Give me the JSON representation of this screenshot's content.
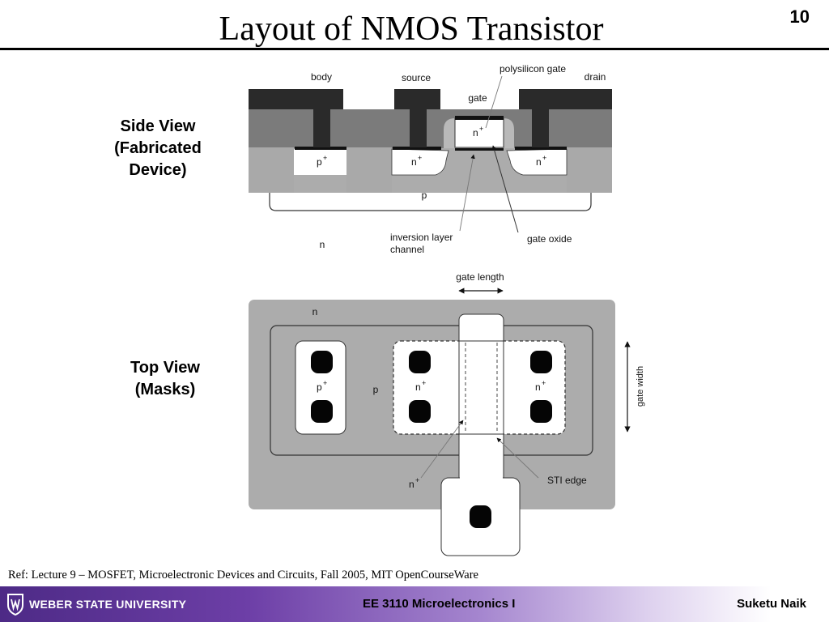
{
  "slide": {
    "title": "Layout of NMOS Transistor",
    "number": "10"
  },
  "labels": {
    "side_view": [
      "Side View",
      "(Fabricated",
      "Device)"
    ],
    "top_view": [
      "Top View",
      "(Masks)"
    ]
  },
  "side_view": {
    "body": "body",
    "source": "source",
    "polysilicon_gate": "polysilicon gate",
    "drain": "drain",
    "gate": "gate",
    "gate_region": "n",
    "body_region": "p",
    "source_region": "n",
    "drain_region": "n",
    "well": "p",
    "substrate": "n",
    "inversion_layer": [
      "inversion layer",
      "channel"
    ],
    "gate_oxide": "gate oxide",
    "superscript_plus": "+"
  },
  "top_view": {
    "gate_length": "gate length",
    "gate_width": "gate width",
    "substrate": "n",
    "well": "p",
    "body_region": "p",
    "source_region": "n",
    "drain_region": "n",
    "poly_region": "n",
    "sti_edge": "STI edge",
    "superscript_plus": "+"
  },
  "reference": "Ref: Lecture 9 – MOSFET, Microelectronic Devices and Circuits, Fall 2005, MIT OpenCourseWare",
  "footer": {
    "university": "WEBER STATE UNIVERSITY",
    "course": "EE 3110 Microelectronics I",
    "author": "Suketu Naik"
  },
  "colors": {
    "metal": "#2a2a2a",
    "oxide": "#7b7b7b",
    "sti": "#a9a9a9",
    "substrate_top": "#acacac",
    "footer_purple": "#4d2a86"
  }
}
